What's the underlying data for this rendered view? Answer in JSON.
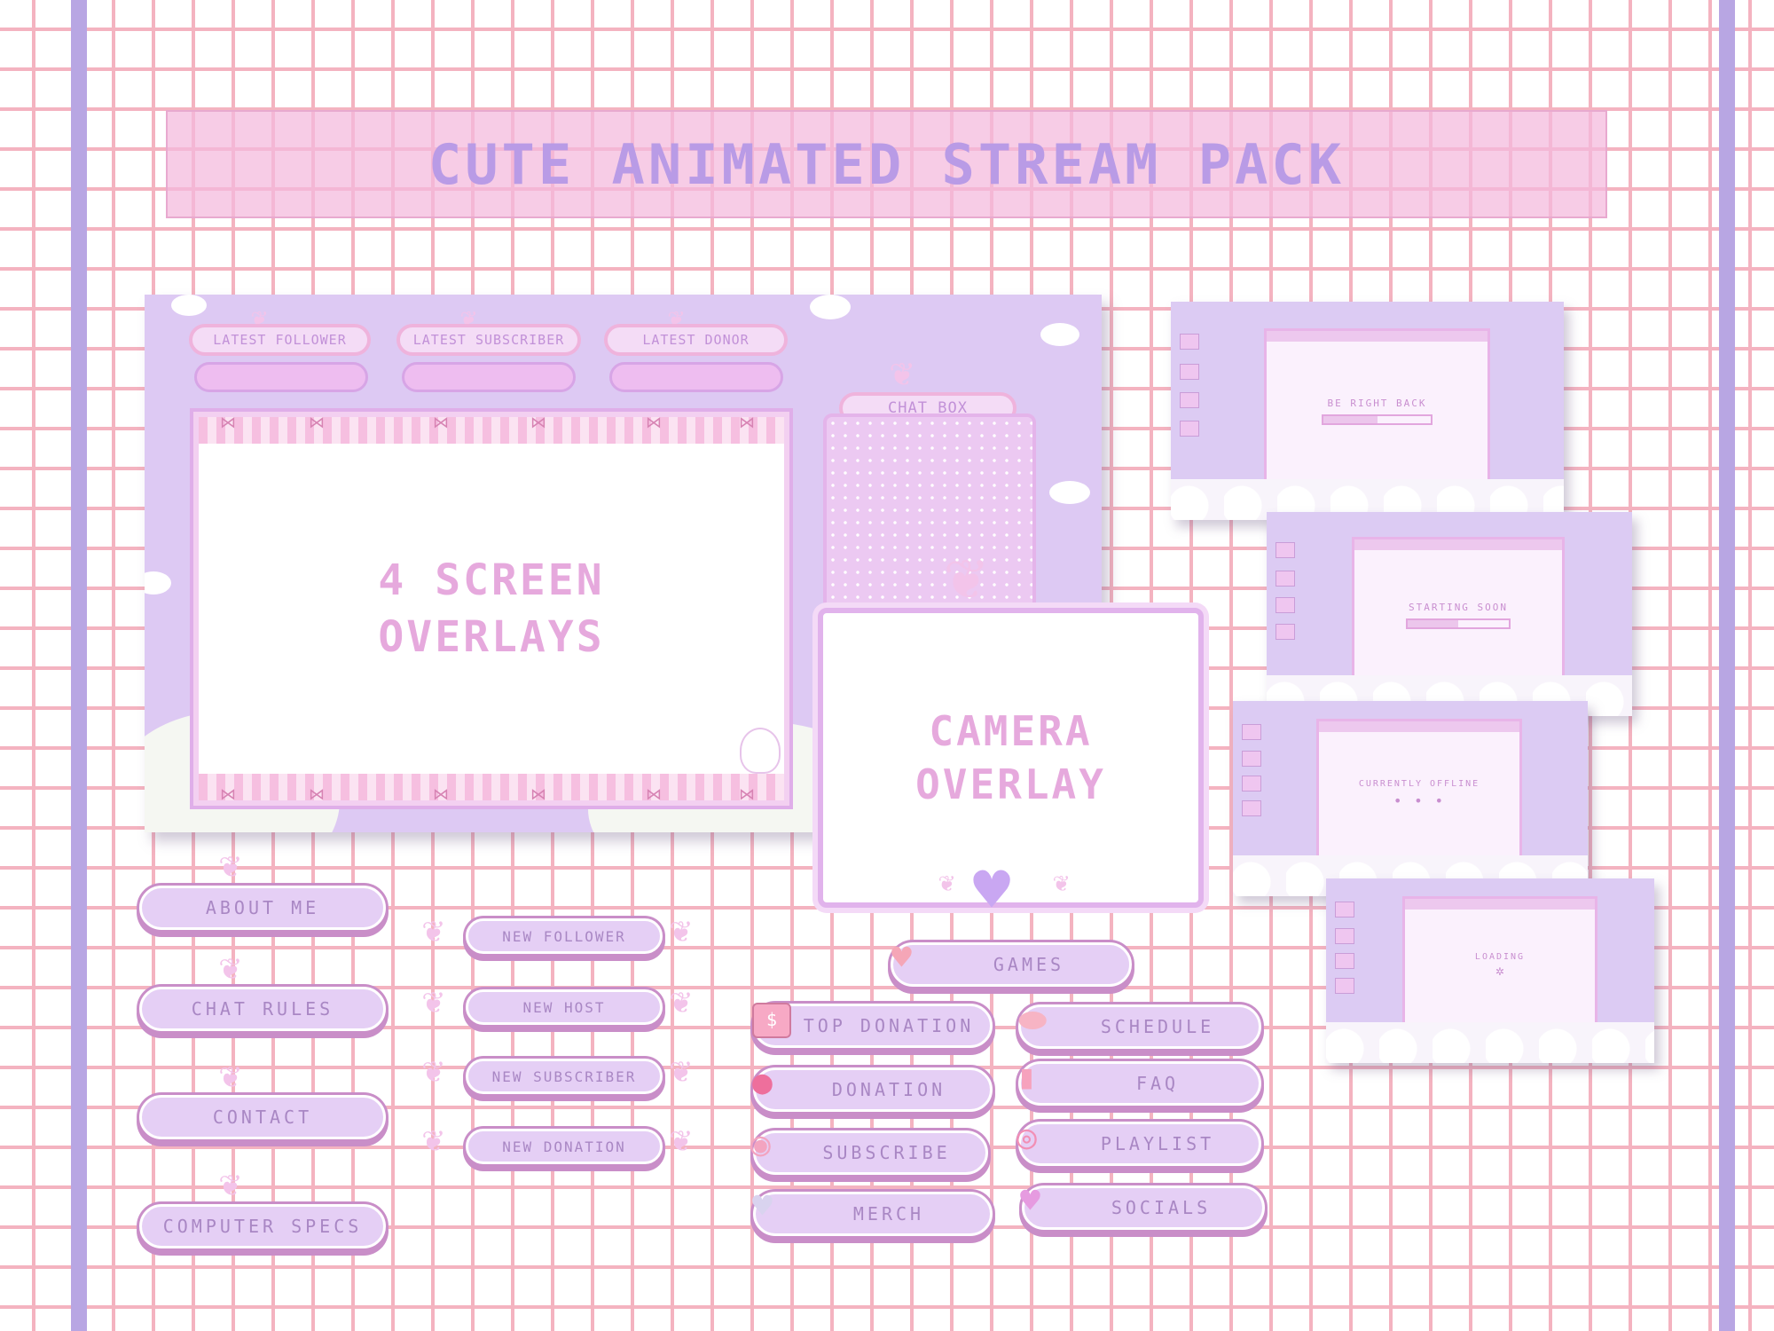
{
  "title": "CUTE ANIMATED STREAM PACK",
  "main_overlay": {
    "latest_follower": "LATEST FOLLOWER",
    "latest_subscriber": "LATEST SUBSCRIBER",
    "latest_donor": "LATEST DONOR",
    "chat_box": "CHAT BOX",
    "screen_line1": "4 SCREEN",
    "screen_line2": "OVERLAYS"
  },
  "camera": {
    "line1": "CAMERA",
    "line2": "OVERLAY"
  },
  "scenes": {
    "be_right_back": "BE RIGHT BACK",
    "starting_soon": "STARTING SOON",
    "currently_offline": "CURRENTLY OFFLINE",
    "offline_dots": "• • •",
    "loading": "LOADING"
  },
  "panels": {
    "about_me": "ABOUT ME",
    "chat_rules": "CHAT RULES",
    "contact": "CONTACT",
    "computer_specs": "COMPUTER SPECS"
  },
  "alerts": {
    "new_follower": "NEW FOLLOWER",
    "new_host": "NEW HOST",
    "new_subscriber": "NEW SUBSCRIBER",
    "new_donation": "NEW DONATION"
  },
  "buttons": {
    "games": "GAMES",
    "top_donation": "TOP DONATION",
    "donation": "DONATION",
    "subscribe": "SUBSCRIBE",
    "merch": "MERCH",
    "schedule": "SCHEDULE",
    "faq": "FAQ",
    "playlist": "PLAYLIST",
    "socials": "SOCIALS"
  },
  "colors": {
    "accent": "#b99be6",
    "pink": "#e6a9dd",
    "lavender": "#dccbf3"
  }
}
